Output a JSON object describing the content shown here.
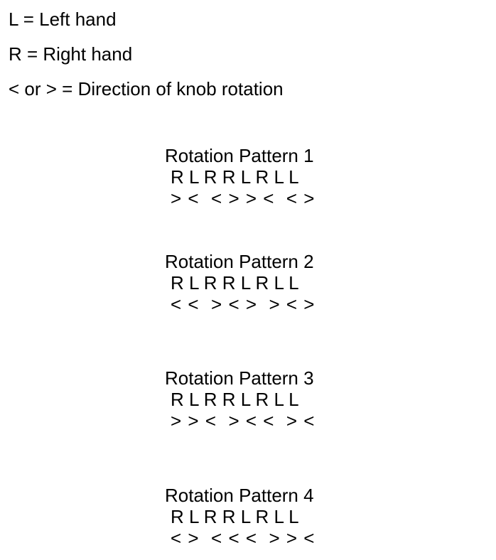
{
  "legend": [
    "L = Left hand",
    "R = Right hand",
    "< or > = Direction of knob rotation"
  ],
  "patterns": [
    {
      "title": "Rotation Pattern 1",
      "hands": "R L R R L R L L",
      "directions": "> <  < > > <  < >"
    },
    {
      "title": "Rotation Pattern 2",
      "hands": "R L R R L R L L",
      "directions": "< <  > < >  > < >"
    },
    {
      "title": "Rotation Pattern 3",
      "hands": "R L R R L R L L",
      "directions": "> > <  > < <  > <"
    },
    {
      "title": "Rotation Pattern 4",
      "hands": "R L R R L R L L",
      "directions": "< >  < < <  > > <"
    }
  ]
}
